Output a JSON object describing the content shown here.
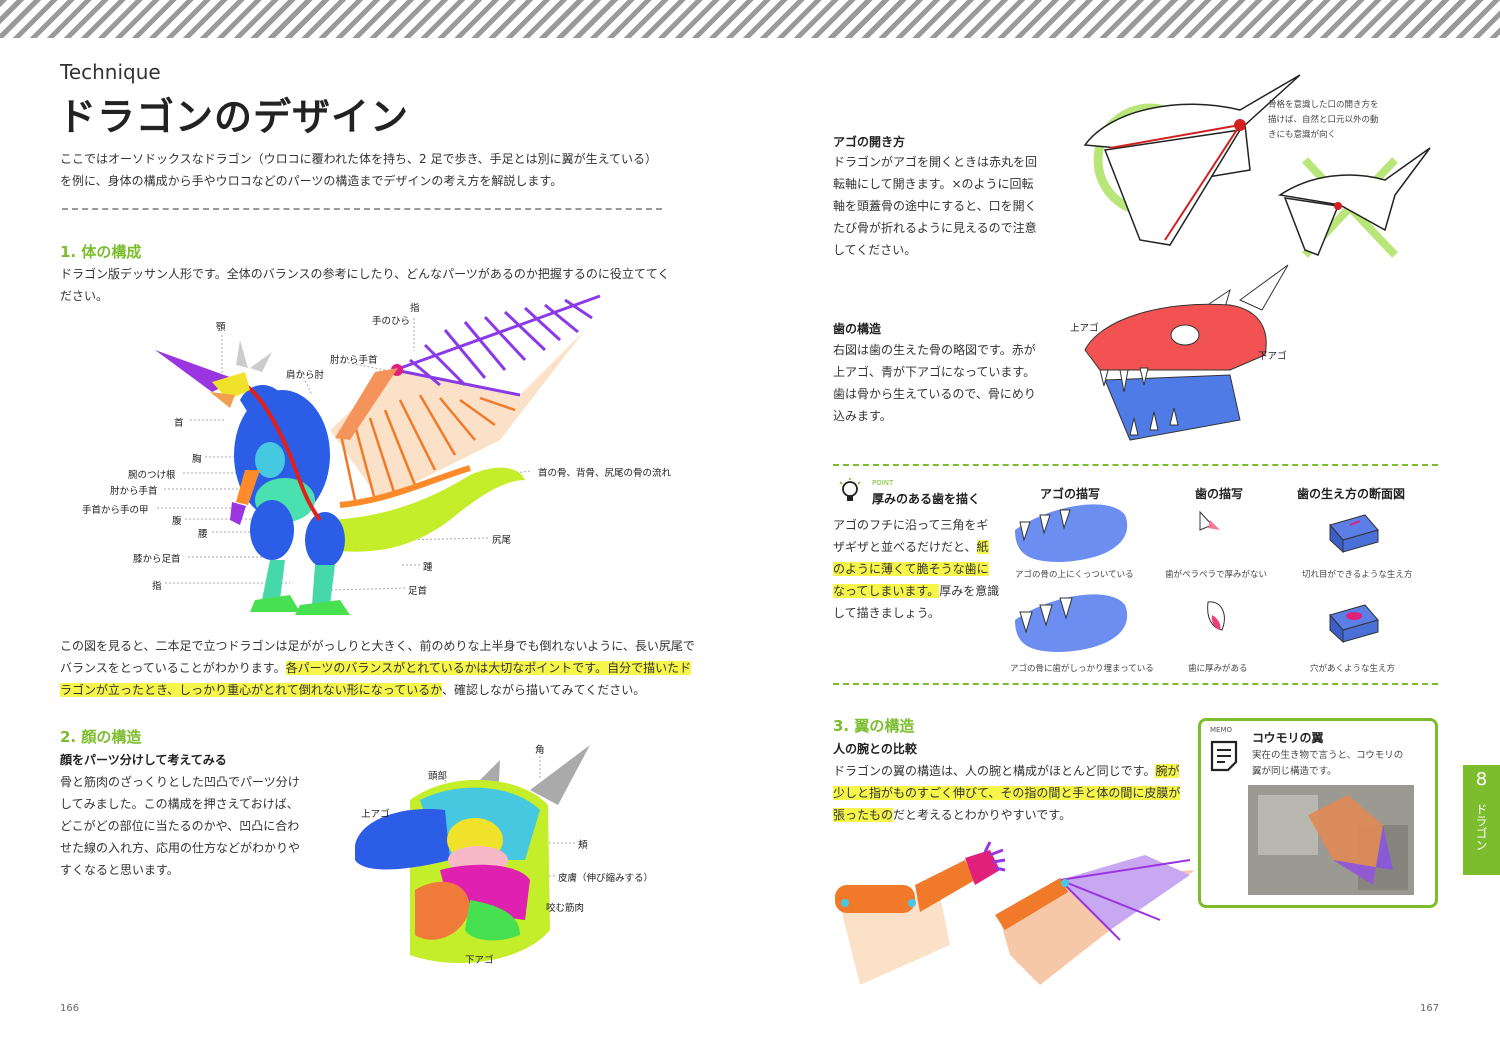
{
  "header": {
    "kicker": "Technique",
    "title": "ドラゴンのデザイン",
    "intro_1": "ここではオーソドックスなドラゴン（ウロコに覆われた体を持ち、2 足で歩き、手足とは別に翼が生えている）",
    "intro_2": "を例に、身体の構成から手やウロコなどのパーツの構造までデザインの考え方を解説します。"
  },
  "section1": {
    "heading": "1. 体の構成",
    "text_1": "ドラゴン版デッサン人形です。全体のバランスの参考にしたり、どんなパーツがあるのか把握するのに役立ててく",
    "text_2": "ださい。",
    "labels": {
      "yubi_top": "指",
      "tenohira": "手のひら",
      "ago": "顎",
      "hiji_tekubi": "肘から手首",
      "kata_hiji": "肩から肘",
      "kubi": "首",
      "mune": "胸",
      "ude_tsukene": "腕のつけ根",
      "hiji_tekubi2": "肘から手首",
      "tekubi_te": "手首から手の甲",
      "hara": "腹",
      "koshi": "腰",
      "hiza": "膝から足首",
      "yubi_bottom": "指",
      "spine": "首の骨、背骨、尻尾の骨の流れ",
      "shippo": "尻尾",
      "kakato": "踵",
      "ashikubi": "足首"
    },
    "after_1": "この図を見ると、二本足で立つドラゴンは足ががっしりと大きく、前のめりな上半身でも倒れないように、長い尻尾で",
    "after_2a": "バランスをとっていることがわかります。",
    "after_2b": "各パーツのバランスがとれているかは大切なポイントです。自分で描いたド",
    "after_3a": "ラゴンが立ったとき、しっかり重心がとれて倒れない形になっているか",
    "after_3b": "、確認しながら描いてみてください。"
  },
  "section2": {
    "heading": "2. 顔の構造",
    "subheading": "顔をパーツ分けして考えてみる",
    "lines": [
      "骨と筋肉のざっくりとした凹凸でパーツ分け",
      "してみました。この構成を押さえておけば、",
      "どこがどの部位に当たるのかや、凹凸に合わ",
      "せた線の入れ方、応用の仕方などがわかりや",
      "すくなると思います。"
    ],
    "labels": {
      "tsuno": "角",
      "toubu": "頭部",
      "uwaago": "上アゴ",
      "hoho": "頬",
      "hifu": "皮膚（伸び縮みする）",
      "kamukinniku": "咬む筋肉",
      "shitaago": "下アゴ"
    }
  },
  "right": {
    "ago_open": {
      "subheading": "アゴの開き方",
      "lines": [
        "ドラゴンがアゴを開くときは赤丸を回",
        "転軸にして開きます。×のように回転",
        "軸を頭蓋骨の途中にすると、口を開く",
        "たび骨が折れるように見えるので注意",
        "してください。"
      ],
      "note": [
        "骨格を意識した口の開き方を",
        "描けば、自然と口元以外の動",
        "きにも意識が向く"
      ]
    },
    "teeth": {
      "subheading": "歯の構造",
      "lines": [
        "右図は歯の生えた骨の略図です。赤が",
        "上アゴ、青が下アゴになっています。",
        "歯は骨から生えているので、骨にめり",
        "込みます。"
      ],
      "label_upper": "上アゴ",
      "label_lower": "下アゴ"
    },
    "point": {
      "tag": "POINT",
      "title": "厚みのある歯を描く",
      "lines": [
        "アゴのフチに沿って三角をギ",
        "ザギザと並べるだけだと、",
        "のように薄くて脆そうな歯に",
        "なってしまいます。",
        "して描きましょう。"
      ],
      "hl_a": "紙",
      "tail_4": "厚みを意識",
      "col1": "アゴの描写",
      "col2": "歯の描写",
      "col3": "歯の生え方の断面図",
      "cap1": "アゴの骨の上にくっついている",
      "cap2": "歯がペラペラで厚みがない",
      "cap3": "切れ目ができるような生え方",
      "cap4": "アゴの骨に歯がしっかり埋まっている",
      "cap5": "歯に厚みがある",
      "cap6": "穴があくような生え方"
    },
    "section3": {
      "heading": "3. 翼の構造",
      "subheading": "人の腕との比較",
      "l1": "ドラゴンの翼の構造は、人の腕と構成がほとんど同じです。",
      "l1_hl": "腕が",
      "l2_hl": "少しと指がものすごく伸びて、その指の間と手と体の間に皮膜が",
      "l3_hl": "張ったもの",
      "l3": "だと考えるとわかりやすいです。"
    },
    "memo": {
      "tag": "MEMO",
      "title": "コウモリの翼",
      "l1": "実在の生き物で言うと、コウモリの",
      "l2": "翼が同じ構造です。"
    },
    "tab": {
      "number": "8",
      "label": "ドラゴン"
    }
  },
  "footer": {
    "left_page": "166",
    "right_page": "167"
  },
  "colors": {
    "accent": "#7cbd2e",
    "highlight": "#f6f54a"
  }
}
